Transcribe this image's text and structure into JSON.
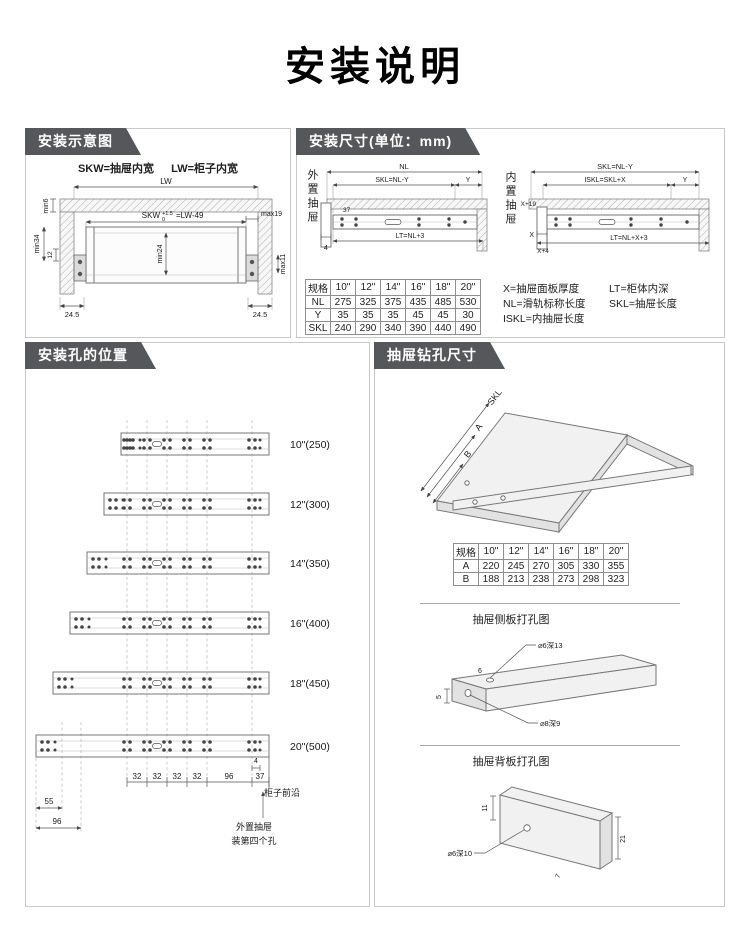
{
  "page_title": "安装说明",
  "panel_schematic": {
    "header": "安装示意图",
    "legend_left": "SKW=抽屉内宽",
    "legend_right": "LW=柜子内宽",
    "dims": {
      "lw": "LW",
      "skw": "SKW",
      "skw_tol_top": "+1.5",
      "skw_tol_bottom": "0",
      "skw_eq": "=LW-49",
      "min6": "min6",
      "max19": "max19",
      "min34": "min34",
      "d12": "12",
      "min24": "min24",
      "max11": "max11",
      "left_245": "24.5",
      "right_245": "24.5"
    }
  },
  "panel_dims": {
    "header": "安装尺寸(单位：mm)",
    "external": {
      "label": "外置抽屉",
      "nl": "NL",
      "skl": "SKL=NL-Y",
      "y": "Y",
      "d37": "37",
      "d4": "4",
      "lt": "LT=NL+3"
    },
    "internal": {
      "label": "内置抽屉",
      "skl": "SKL=NL-Y",
      "iskl": "ISKL=SKL+X",
      "y": "Y",
      "x19": "X+19",
      "x": "X",
      "x4": "X+4",
      "lt": "LT=NL+X+3"
    },
    "table": {
      "headers": [
        "规格",
        "10\"",
        "12\"",
        "14\"",
        "16\"",
        "18\"",
        "20\""
      ],
      "rows": [
        {
          "label": "NL",
          "values": [
            "275",
            "325",
            "375",
            "435",
            "485",
            "530"
          ]
        },
        {
          "label": "Y",
          "values": [
            "35",
            "35",
            "35",
            "45",
            "45",
            "30"
          ]
        },
        {
          "label": "SKL",
          "values": [
            "240",
            "290",
            "340",
            "390",
            "440",
            "490"
          ]
        }
      ]
    },
    "legend": {
      "x": "X=抽屉面板厚度",
      "nl": "NL=滑轨标称长度",
      "iskl": "ISKL=内抽屉长度",
      "lt": "LT=柜体内深",
      "skl": "SKL=抽屉长度"
    }
  },
  "panel_holes": {
    "header": "安装孔的位置",
    "sizes": [
      "10\"(250)",
      "12\"(300)",
      "14\"(350)",
      "16\"(400)",
      "18\"(450)",
      "20\"(500)"
    ],
    "spacings": [
      "32",
      "32",
      "32",
      "32",
      "96",
      "37"
    ],
    "offset_55": "55",
    "offset_96": "96",
    "offset_4": "4",
    "front_edge": "柜子前沿",
    "note_line1": "外置抽屉",
    "note_line2": "装第四个孔"
  },
  "panel_drill": {
    "header": "抽屉钻孔尺寸",
    "iso": {
      "skl": "SKL",
      "a": "A",
      "b": "B"
    },
    "table": {
      "headers": [
        "规格",
        "10\"",
        "12\"",
        "14\"",
        "16\"",
        "18\"",
        "20\""
      ],
      "rows": [
        {
          "label": "A",
          "values": [
            "220",
            "245",
            "270",
            "305",
            "330",
            "355"
          ]
        },
        {
          "label": "B",
          "values": [
            "188",
            "213",
            "238",
            "273",
            "298",
            "323"
          ]
        }
      ]
    },
    "side": {
      "title": "抽屉侧板打孔图",
      "hole_top": "⌀6深13",
      "d6": "6",
      "d5": "5",
      "hole_front": "⌀8深9"
    },
    "back": {
      "title": "抽屉背板打孔图",
      "d11": "11",
      "d21": "21",
      "hole": "⌀6深10",
      "d7": "7"
    }
  }
}
